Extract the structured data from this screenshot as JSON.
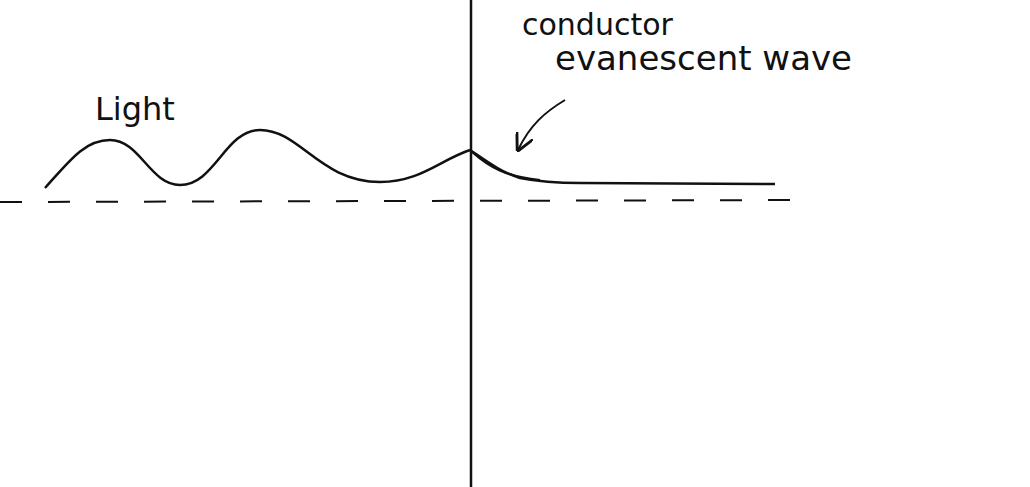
{
  "diagram": {
    "labels": [
      "conductor",
      "Light",
      "evanescent wave"
    ]
  }
}
